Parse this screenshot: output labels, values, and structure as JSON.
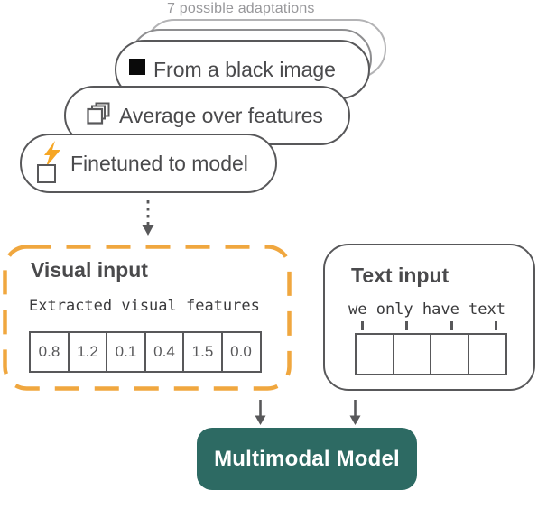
{
  "figure": {
    "adaptations": {
      "count_label": "7 possible adaptations",
      "pills": [
        {
          "label": "From a black image",
          "icon": "black-square-icon"
        },
        {
          "label": "Average over features",
          "icon": "layers-icon"
        },
        {
          "label": "Finetuned to model",
          "icon": "lightning-square-icon"
        }
      ]
    },
    "visual_input": {
      "title": "Visual input",
      "subtitle": "Extracted visual features",
      "features": [
        "0.8",
        "1.2",
        "0.1",
        "0.4",
        "1.5",
        "0.0"
      ]
    },
    "text_input": {
      "title": "Text input",
      "sentence": "we only have text",
      "tokens": [
        "we",
        "only",
        "have",
        "text"
      ],
      "empty_cell_count": 4
    },
    "model": {
      "label": "Multimodal Model"
    },
    "colors": {
      "accent_orange": "#F0A73F",
      "bolt_orange": "#F6A623",
      "teal": "#2D6A63",
      "border_gray": "#58585A",
      "back_pill_gray": "#8E8E90",
      "backmost_pill_gray": "#B3B3B5",
      "label_gray": "#97979A",
      "text_dark": "#4A4A4C"
    }
  }
}
